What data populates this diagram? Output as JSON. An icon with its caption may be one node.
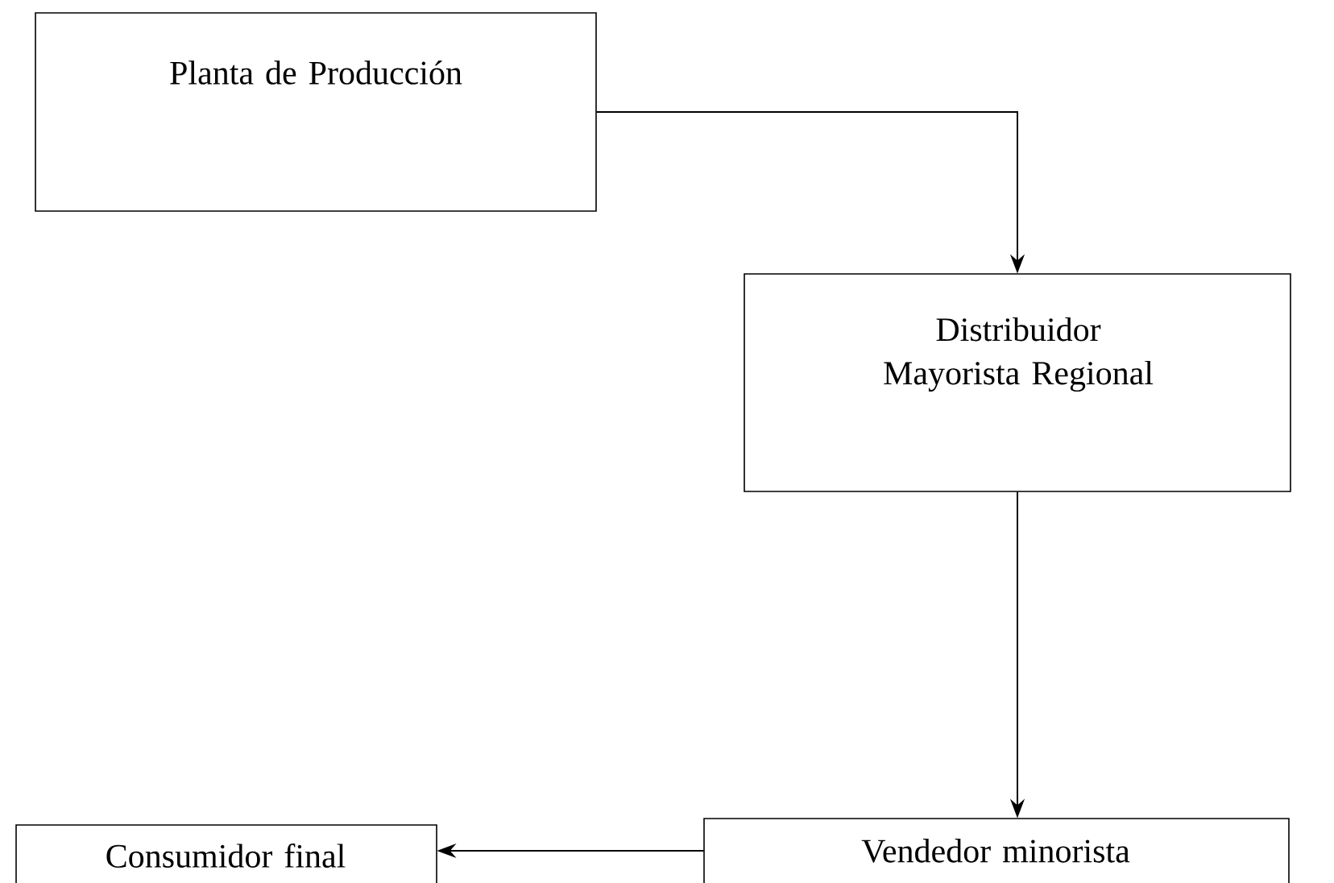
{
  "diagram": {
    "nodes": [
      {
        "text": [
          "Planta de Producción"
        ]
      },
      {
        "text": [
          "Distribuidor Mayorista Regional"
        ]
      },
      {
        "text": [
          "Vendedor minorista"
        ]
      },
      {
        "text": [
          "Consumidor final"
        ]
      }
    ],
    "edges": [
      {
        "from": 0,
        "to": 1,
        "arrow": "to"
      },
      {
        "from": 1,
        "to": 2,
        "arrow": "to"
      },
      {
        "from": 2,
        "to": 3,
        "arrow": "to"
      }
    ]
  }
}
